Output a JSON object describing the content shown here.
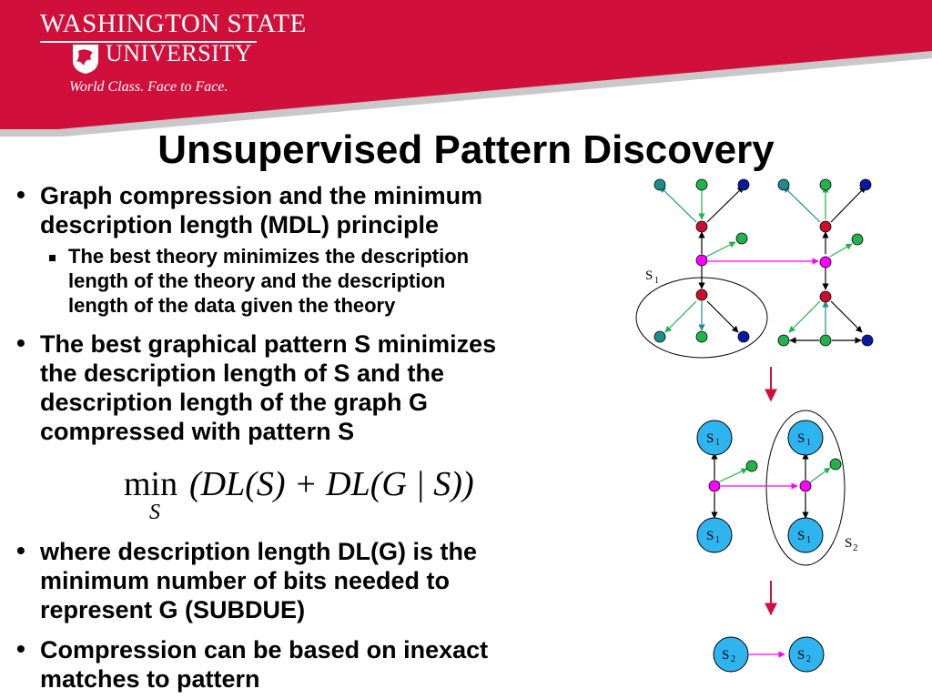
{
  "logo": {
    "line1": "WASHINGTON STATE",
    "line2": "UNIVERSITY",
    "tagline": "World Class. Face to Face."
  },
  "title": "Unsupervised Pattern Discovery",
  "bullets": [
    {
      "lines": [
        "Graph compression and the minimum",
        "description length (MDL) principle"
      ]
    },
    {
      "lines": [
        "The best graphical pattern S minimizes",
        "the description length of S and the",
        "description length of the graph G",
        "compressed with pattern S"
      ]
    },
    {
      "lines": [
        "where description length DL(G) is the",
        "minimum number of bits needed to",
        "represent G (SUBDUE)"
      ]
    },
    {
      "lines": [
        "Compression can be based on inexact",
        "matches to pattern"
      ]
    }
  ],
  "sub_bullet": {
    "lines": [
      "The best theory minimizes the description",
      "length of the theory and the description",
      "length of the data given the theory"
    ]
  },
  "formula": {
    "min": "min",
    "body": "(DL(S) + DL(G | S))",
    "subscript": "S"
  },
  "diagram": {
    "s1": "S",
    "s2": "S",
    "sub1": "1",
    "sub2": "2"
  },
  "colors": {
    "banner_red": "#D0103A",
    "teal": "#1E8C8C",
    "green": "#22B14C",
    "navy": "#0A1AA0",
    "crimson": "#C8102E",
    "magenta": "#FF00FF",
    "cyan": "#2EB5F0"
  }
}
